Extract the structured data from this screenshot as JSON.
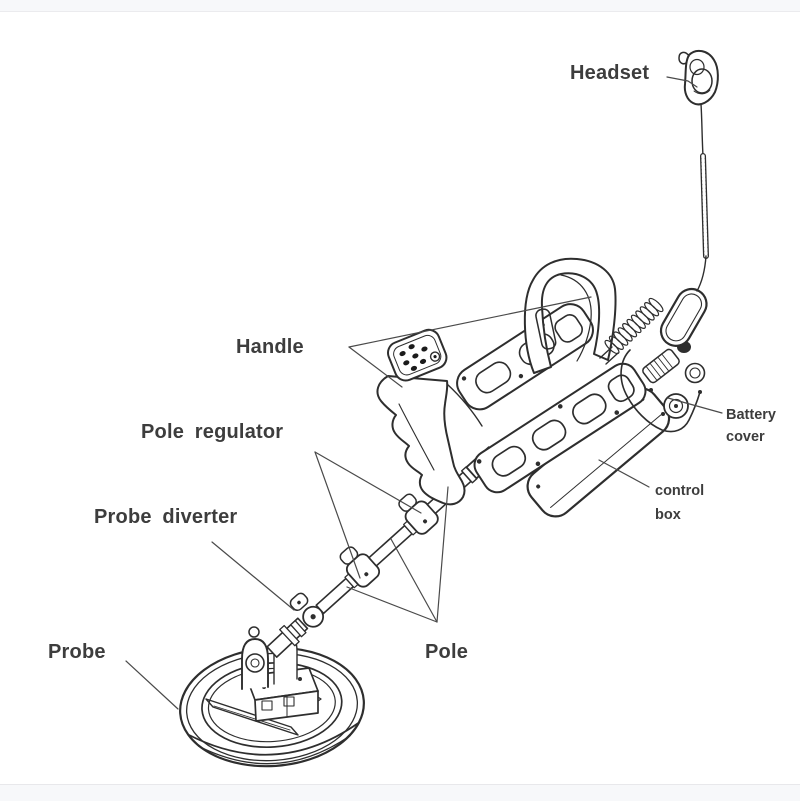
{
  "page": {
    "background_color": "#ffffff",
    "top_strip_color": "#f7f8fa",
    "bottom_strip_color": "#f7f8fa"
  },
  "diagram": {
    "line_color": "#2e2e2e",
    "leader_line_color": "#4a4a4a",
    "label_color": "#3d3d3d",
    "labels": {
      "headset": "Headset",
      "handle": "Handle",
      "pole_regulator": "Pole regulator",
      "probe_diverter": "Probe diverter",
      "probe": "Probe",
      "pole": "Pole",
      "battery_cover": "Battery cover",
      "control_box": "control box"
    }
  }
}
